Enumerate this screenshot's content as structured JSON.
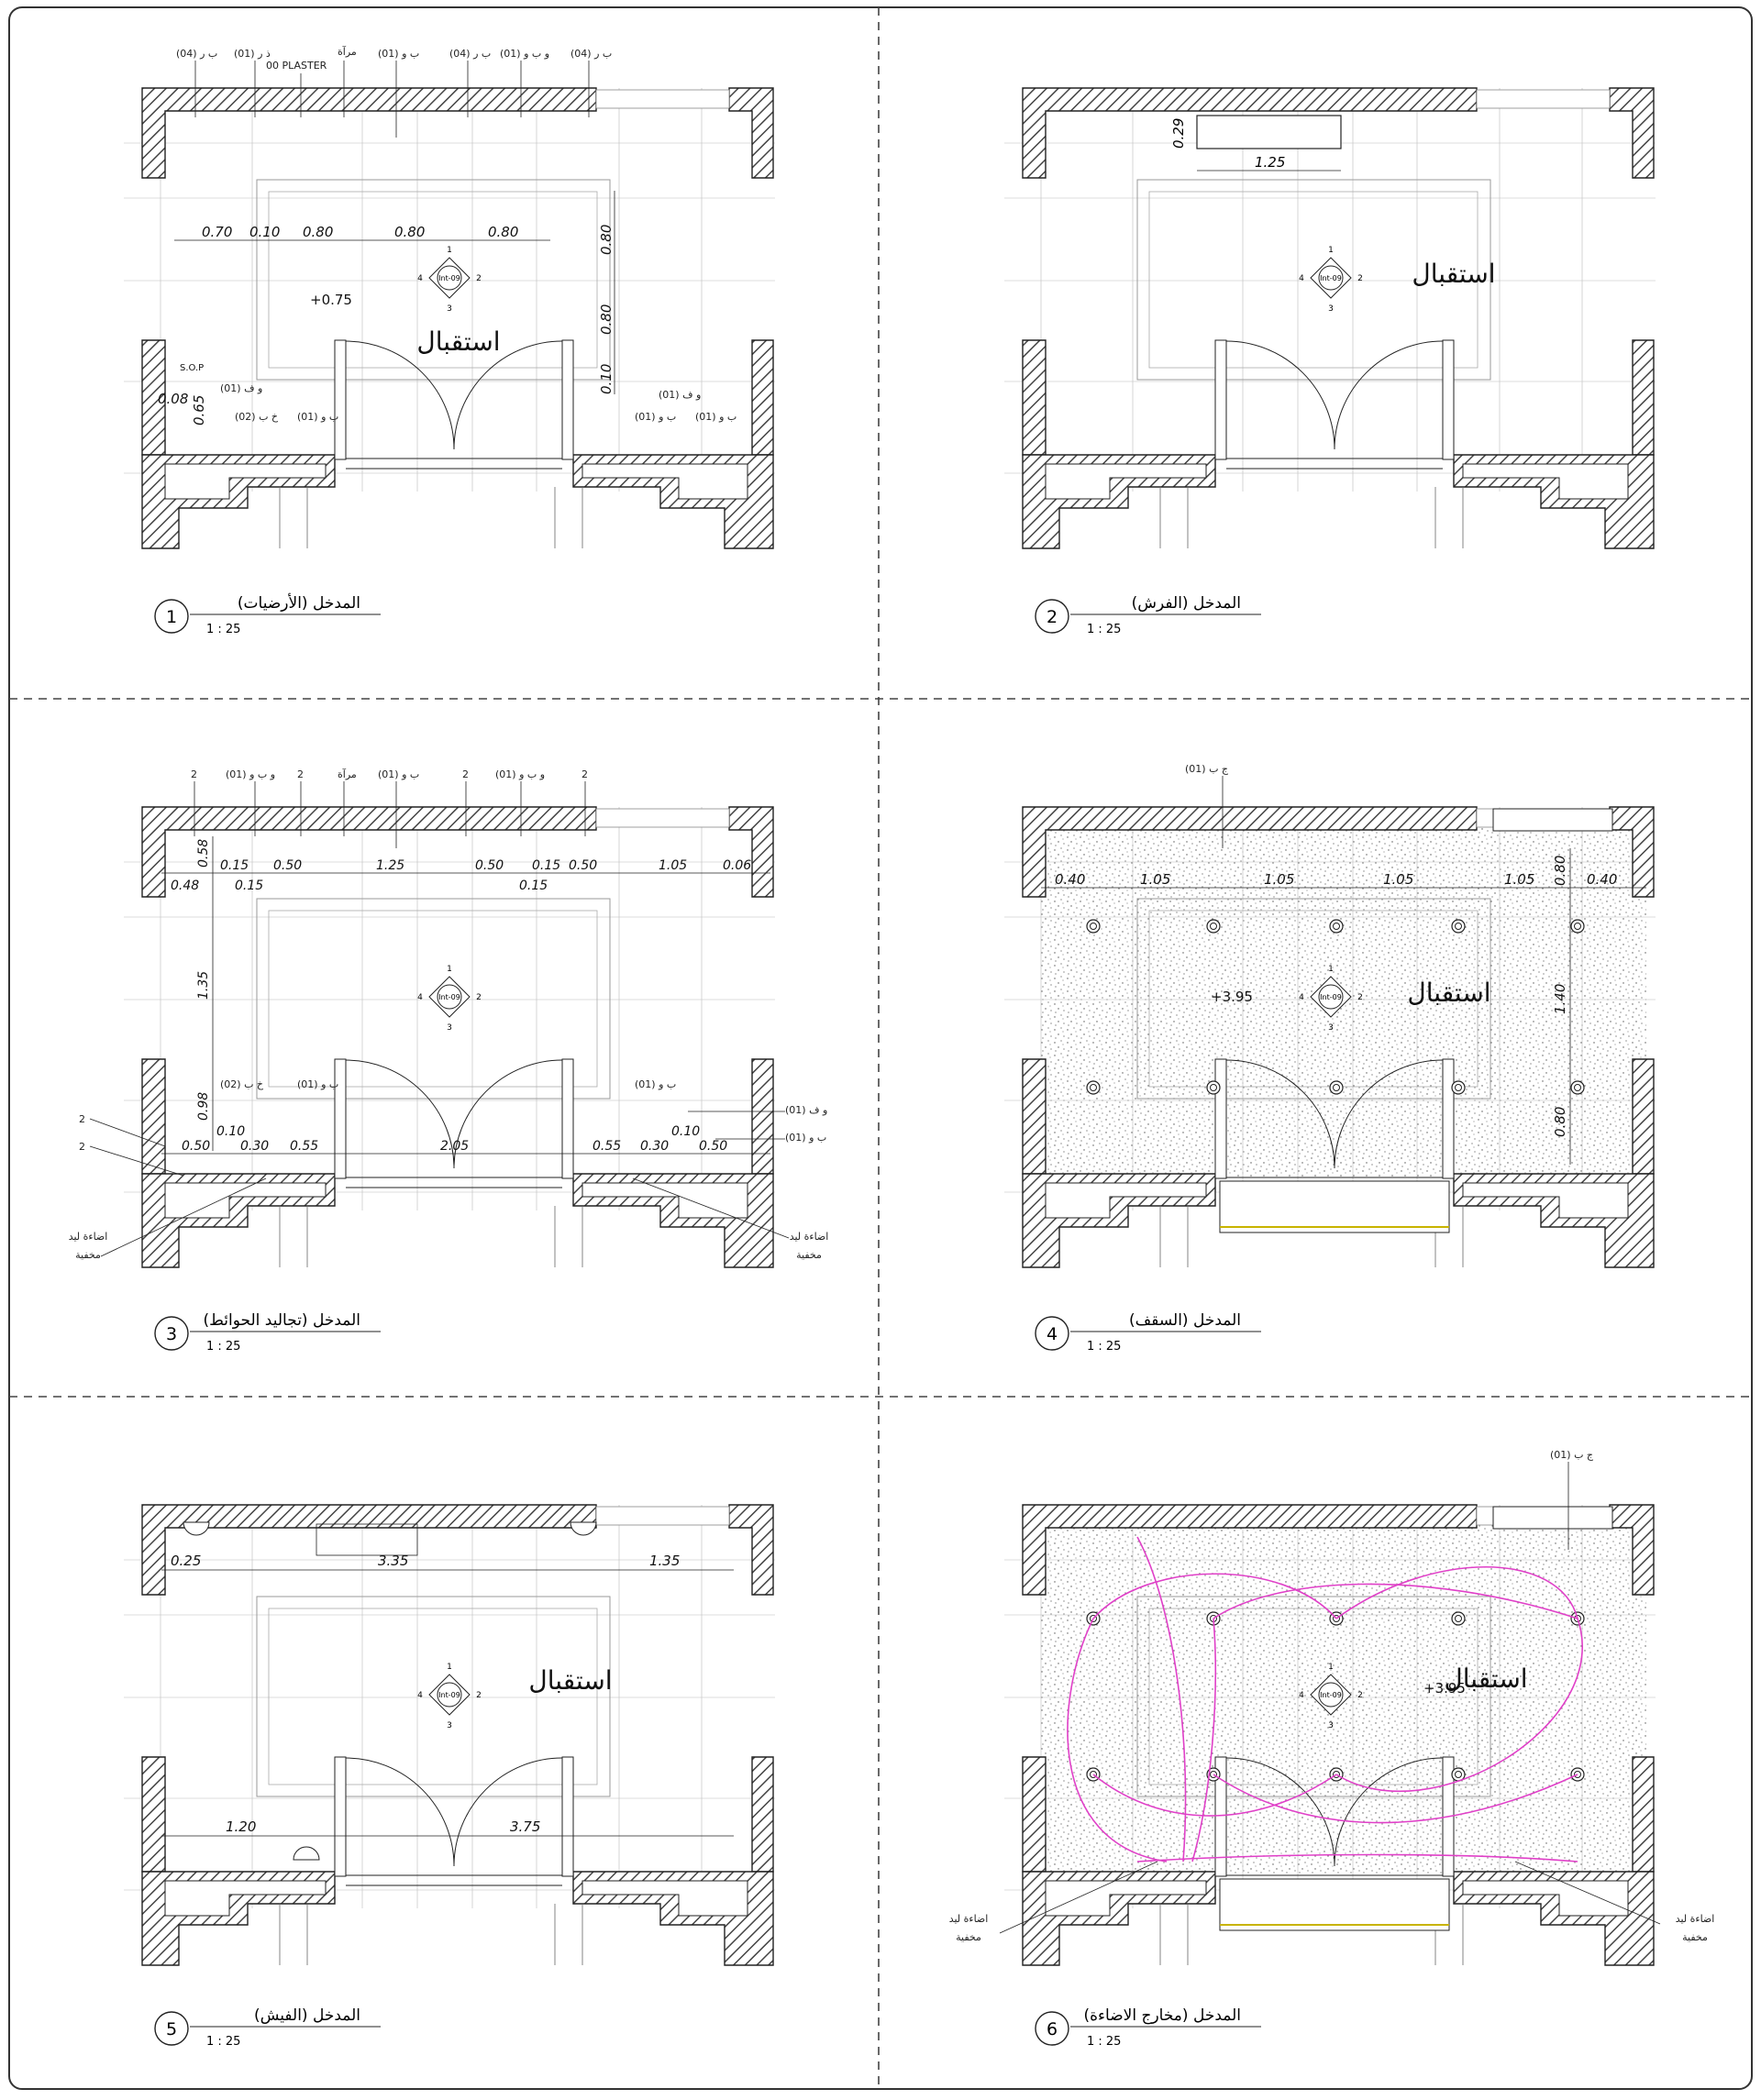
{
  "sheet": {
    "hatch_color": "#444444",
    "magenta": "#e040c8",
    "door_marker": "Int-09"
  },
  "common": {
    "scale": "1 : 25",
    "room": "استقبال",
    "tag_n": "1",
    "tag_e": "2",
    "tag_s": "3",
    "tag_w": "4"
  },
  "panels": [
    {
      "num": "1",
      "title": "المدخل (الأرضيات)",
      "scale": "1 : 25",
      "labels": [
        {
          "t": "(04) ب ر"
        },
        {
          "t": "(01) ذ ر"
        },
        {
          "t": "مرآة"
        },
        {
          "t": "00 PLASTER"
        },
        {
          "t": "(01) ب و"
        },
        {
          "t": "(04) ب ر"
        },
        {
          "t": "(01) و ب و"
        },
        {
          "t": "(04) ب ر"
        }
      ],
      "dims": [
        {
          "t": "0.70"
        },
        {
          "t": "0.10"
        },
        {
          "t": "0.80"
        },
        {
          "t": "0.80"
        },
        {
          "t": "0.80"
        },
        {
          "t": "0.80"
        },
        {
          "t": "0.80"
        },
        {
          "t": "0.10"
        },
        {
          "t": "0.08"
        },
        {
          "t": "0.65"
        }
      ],
      "level": "+0.75",
      "sop": "S.O.P",
      "low_labels": [
        {
          "t": "(01) و ف"
        },
        {
          "t": "(02) خ ب"
        },
        {
          "t": "(01) ب و"
        },
        {
          "t": "(01) و ف"
        },
        {
          "t": "(01) ب و"
        },
        {
          "t": "(01) ب و"
        }
      ]
    },
    {
      "num": "2",
      "title": "المدخل (الفرش)",
      "scale": "1 : 25",
      "dims": [
        {
          "t": "0.29"
        },
        {
          "t": "1.25"
        }
      ]
    },
    {
      "num": "3",
      "title": "المدخل (تجاليد الحوائط)",
      "scale": "1 : 25",
      "labels": [
        {
          "t": "2"
        },
        {
          "t": "(01) و ب و"
        },
        {
          "t": "2"
        },
        {
          "t": "مرآة"
        },
        {
          "t": "(01) ب و"
        },
        {
          "t": "2"
        },
        {
          "t": "(01) و ب و"
        },
        {
          "t": "2"
        }
      ],
      "dims_top": [
        {
          "t": "0.58"
        },
        {
          "t": "0.15"
        },
        {
          "t": "0.50"
        },
        {
          "t": "1.25"
        },
        {
          "t": "0.50"
        },
        {
          "t": "0.15"
        },
        {
          "t": "0.50"
        },
        {
          "t": "1.05"
        },
        {
          "t": "0.06"
        },
        {
          "t": "0.48"
        },
        {
          "t": "0.15"
        },
        {
          "t": "0.15"
        }
      ],
      "dims_bottom": [
        {
          "t": "1.35"
        },
        {
          "t": "0.98"
        },
        {
          "t": "0.50"
        },
        {
          "t": "0.10"
        },
        {
          "t": "0.30"
        },
        {
          "t": "0.55"
        },
        {
          "t": "2.05"
        },
        {
          "t": "0.55"
        },
        {
          "t": "0.30"
        },
        {
          "t": "0.10"
        },
        {
          "t": "0.50"
        }
      ],
      "low_labels": [
        {
          "t": "(02) خ ب"
        },
        {
          "t": "(01) ب و"
        },
        {
          "t": "(01) ب و"
        },
        {
          "t": "(01) و ف"
        },
        {
          "t": "(01) ب و"
        },
        {
          "t": "2"
        },
        {
          "t": "2"
        }
      ],
      "led_l1": "اضاءة ليد",
      "led_l2": "مخفية"
    },
    {
      "num": "4",
      "title": "المدخل (السقف)",
      "scale": "1 : 25",
      "label": "(01) ج ب",
      "dims": [
        {
          "t": "0.40"
        },
        {
          "t": "1.05"
        },
        {
          "t": "1.05"
        },
        {
          "t": "1.05"
        },
        {
          "t": "1.05"
        },
        {
          "t": "0.80"
        },
        {
          "t": "0.40"
        },
        {
          "t": "1.40"
        },
        {
          "t": "0.80"
        }
      ],
      "level": "+3.95"
    },
    {
      "num": "5",
      "title": "المدخل (الفيش)",
      "scale": "1 : 25",
      "dims": [
        {
          "t": "0.25"
        },
        {
          "t": "3.35"
        },
        {
          "t": "1.35"
        },
        {
          "t": "1.20"
        },
        {
          "t": "3.75"
        }
      ]
    },
    {
      "num": "6",
      "title": "المدخل (مخارج الاضاءة)",
      "scale": "1 : 25",
      "label": "(01) ج ب",
      "level": "+3.95",
      "led_l1": "اضاءة ليد",
      "led_l2": "مخفية"
    }
  ]
}
